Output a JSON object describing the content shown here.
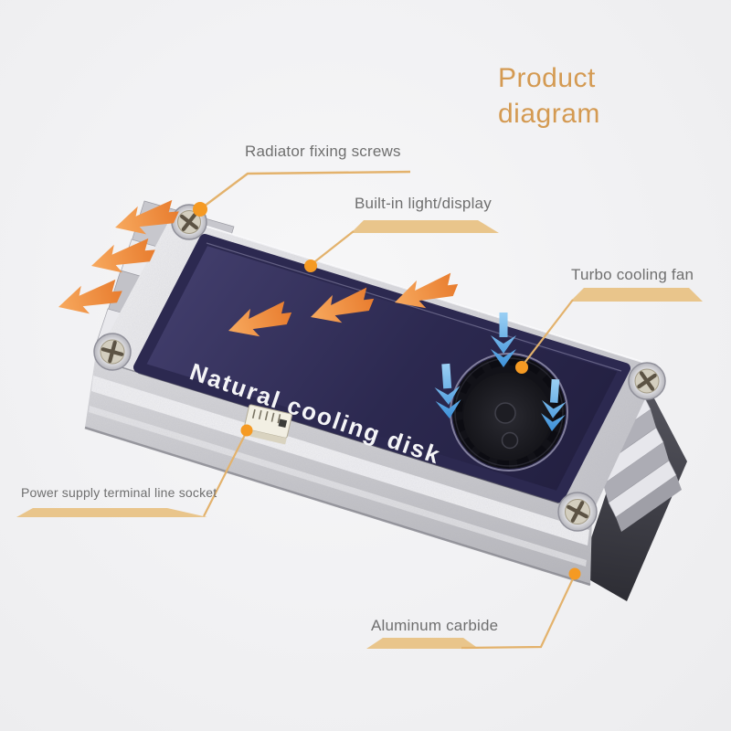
{
  "title": {
    "line1": "Product",
    "line2": "diagram"
  },
  "labels": [
    {
      "id": "radiator-fixing-screws",
      "text": "Radiator fixing screws"
    },
    {
      "id": "built-in-light-display",
      "text": "Built-in light/display"
    },
    {
      "id": "turbo-cooling-fan",
      "text": "Turbo cooling fan"
    },
    {
      "id": "power-supply-terminal-line-socket",
      "text": "Power supply terminal line socket"
    },
    {
      "id": "aluminum-carbide",
      "text": "Aluminum carbide"
    }
  ],
  "product": {
    "surface_text": "Natural cooling disk"
  },
  "figure": {
    "heat_arrows_on_plate": 3,
    "heat_arrows_radiating": 3,
    "airflow_arrows_into_fan": 3,
    "corner_screws": 4,
    "leader_dots": 5
  },
  "icons": {
    "heat_arrow": "heat-arrow-icon",
    "airflow_arrow": "airflow-arrow-icon",
    "screw": "screw-icon",
    "fan": "fan-icon",
    "leader_dot": "leader-dot-icon",
    "socket": "power-socket-icon"
  },
  "colors": {
    "title_text": "#d49a52",
    "label_text": "#6f6f6f",
    "leader_line": "#e3b26c",
    "leader_band": "#e8c285",
    "leader_dot": "#f59a23",
    "heat_arrow_light": "#f7a95e",
    "heat_arrow_dark": "#e87c2e",
    "airflow_light": "#9bd0f4",
    "airflow_dark": "#3e92da",
    "plate_navy": "#2e2b52",
    "aluminum": "#cdcdd1",
    "background": "#f1f1f3"
  }
}
